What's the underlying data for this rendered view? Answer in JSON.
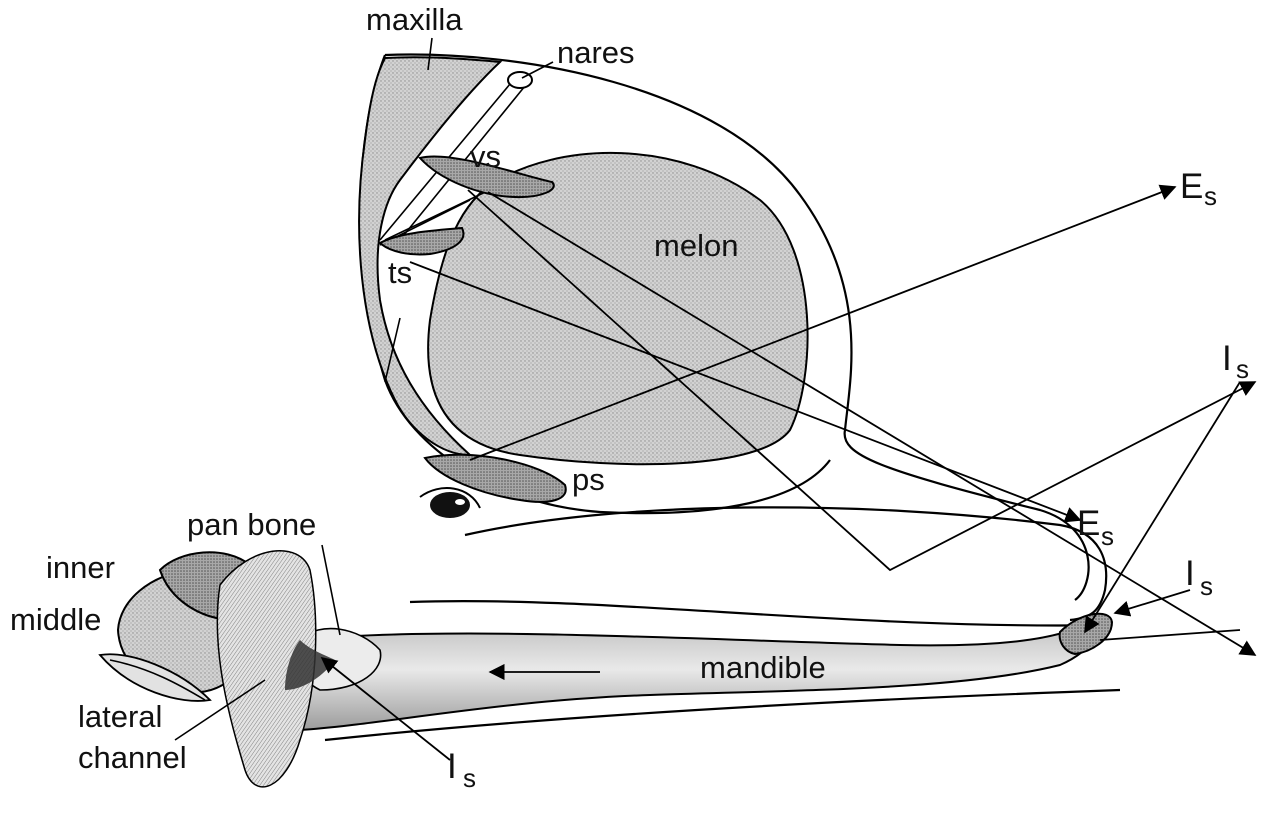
{
  "labels": {
    "maxilla": "maxilla",
    "nares": "nares",
    "vs": "vs",
    "ts": "ts",
    "melon": "melon",
    "ps": "ps",
    "pan_bone": "pan bone",
    "inner": "inner",
    "middle": "middle",
    "lateral": "lateral",
    "channel": "channel",
    "mandible": "mandible"
  },
  "signals": {
    "emitted_symbol": "E",
    "emitted_subscript": "s",
    "incoming_symbol": "I",
    "incoming_subscript": "s"
  }
}
